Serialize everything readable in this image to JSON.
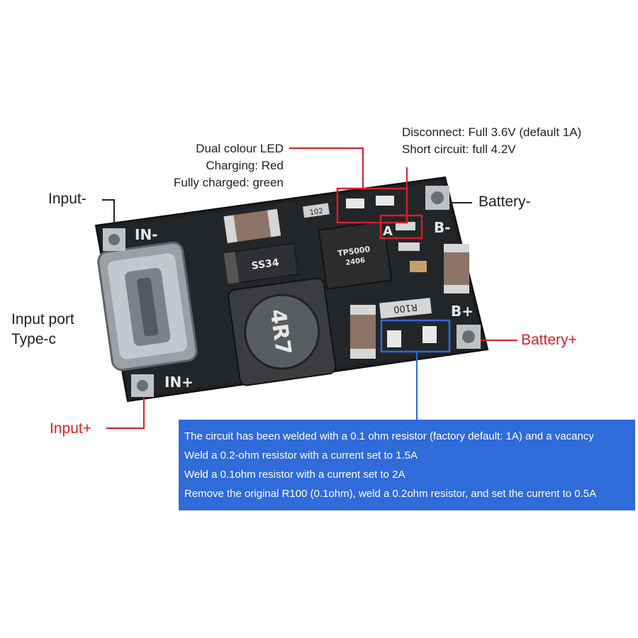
{
  "labels": {
    "input_minus": "Input-",
    "input_port_line1": "Input port",
    "input_port_line2": "Type-c",
    "input_plus": "Input+",
    "battery_minus": "Battery-",
    "battery_plus": "Battery+",
    "led_line1": "Dual colour LED",
    "led_line2": "Charging: Red",
    "led_line3": "Fully charged: green",
    "voltage_line1": "Disconnect: Full 3.6V (default 1A)",
    "voltage_line2": "Short circuit: full 4.2V"
  },
  "silkscreen": {
    "in_minus": "IN-",
    "in_plus": "IN+",
    "b_minus": "B-",
    "b_plus": "B+",
    "inductor": "4R7",
    "resistor": "R100",
    "small_resistor": "102",
    "a_mark": "A",
    "diode": "SS34",
    "chip_line1": "TP5000",
    "chip_line2": "2406"
  },
  "info_box": {
    "lines": [
      "The circuit has been welded with a 0.1 ohm resistor (factory default: 1A) and a vacancy",
      "Weld a 0.2-ohm resistor with a current set to 1.5A",
      "Weld a 0.1ohm resistor with a current set to 2A",
      "Remove the original R100 (0.1ohm), weld a 0.2ohm resistor, and set the current to 0.5A"
    ]
  },
  "colors": {
    "pcb": "#1d1f21",
    "callout_red": "#d81f26",
    "callout_blue": "#2f6bd9"
  }
}
